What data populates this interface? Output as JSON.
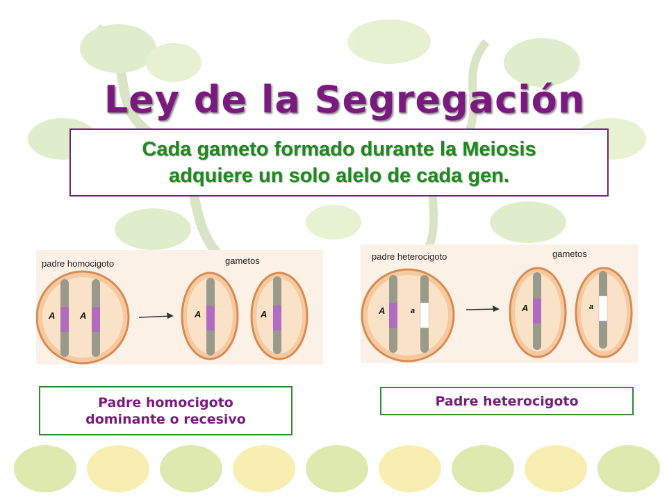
{
  "title": "Ley de la Segregación",
  "definition": {
    "line1": "Cada gameto formado durante la Meiosis",
    "line2": "adquiere un solo alelo de cada gen."
  },
  "left_figure": {
    "parent_label": "padre homocigoto",
    "gametes_label": "gametos",
    "parent_alleles": [
      "A",
      "A"
    ],
    "gamete_alleles": [
      "A",
      "A"
    ],
    "caption_line1": "Padre homocigoto",
    "caption_line2": "dominante o recesivo"
  },
  "right_figure": {
    "parent_label": "padre heterocigoto",
    "gametes_label": "gametos",
    "parent_alleles": [
      "A",
      "a"
    ],
    "gamete_alleles": [
      "A",
      "a"
    ],
    "caption_line1": "Padre heterocigoto"
  },
  "colors": {
    "title": "#7a1a7e",
    "definition_text": "#1d8a1d",
    "definition_border": "#6b2a6e",
    "caption_border": "#2e8b2e",
    "dominant_band": "#b06cc0",
    "recessive_band": "#ffffff",
    "cell_fill": "#f6c9a0"
  }
}
